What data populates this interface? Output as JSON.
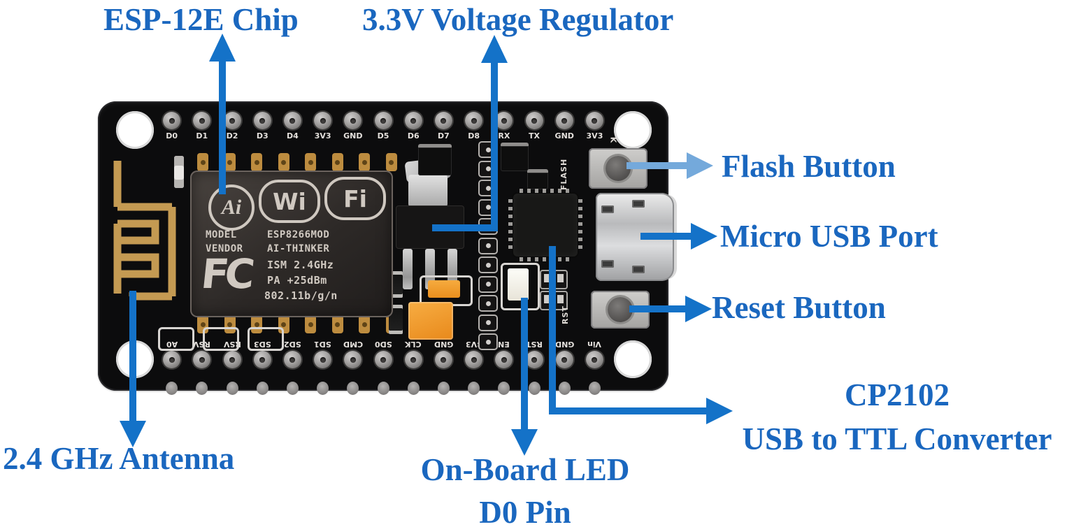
{
  "figure": {
    "background": "#ffffff",
    "label_color": "#1a67bf",
    "arrow_color": "#1472c8",
    "flash_arrow_color": "#74a9db"
  },
  "callouts": {
    "esp_chip": "ESP-12E Chip",
    "voltage_regulator": "3.3V Voltage Regulator",
    "flash_button": "Flash Button",
    "micro_usb": "Micro USB Port",
    "reset_button": "Reset Button",
    "cp2102_line1": "CP2102",
    "cp2102_line2": "USB to TTL Converter",
    "onboard_led_line1": "On-Board LED",
    "onboard_led_line2": "D0 Pin",
    "antenna": "2.4 GHz Antenna"
  },
  "board": {
    "top_pins": [
      "D0",
      "D1",
      "D2",
      "D3",
      "D4",
      "3V3",
      "GND",
      "D5",
      "D6",
      "D7",
      "D8",
      "RX",
      "TX",
      "GND",
      "3V3"
    ],
    "bottom_pins": [
      "A0",
      "RSV",
      "RSV",
      "SD3",
      "SD2",
      "SD1",
      "CMD",
      "SD0",
      "CLK",
      "GND",
      "3V3",
      "EN",
      "RST",
      "GND",
      "Vin"
    ],
    "silkscreen": {
      "flash": "FLASH",
      "reset": "RST",
      "corner_mark": "K"
    },
    "module": {
      "ai_logo": "Ai",
      "wifi_logo_1": "Wi",
      "wifi_logo_2": "Fi",
      "model_label": "MODEL",
      "model_value": "ESP8266MOD",
      "vendor_label": "VENDOR",
      "vendor_value": "AI-THINKER",
      "fcc_logo": "FC",
      "ism": "ISM 2.4GHz",
      "pa": "PA  +25dBm",
      "standard": "802.11b/g/n"
    }
  }
}
